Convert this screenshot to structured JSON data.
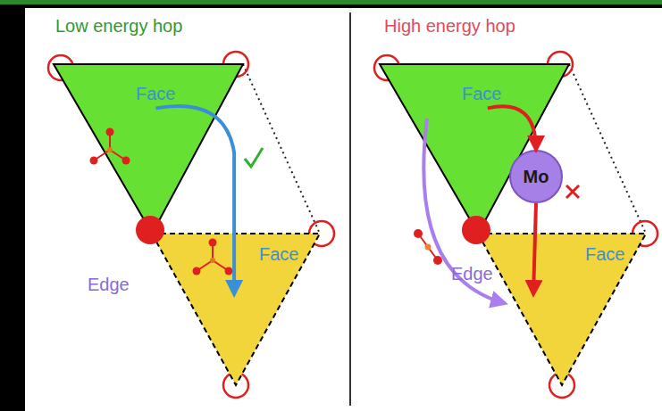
{
  "diagram": {
    "nodes": [
      {
        "text": [
          "Face"
        ]
      },
      {
        "text": [
          "Face"
        ]
      },
      {
        "text": [
          "Face"
        ]
      },
      {
        "text": [
          "Mo"
        ]
      },
      {
        "text": [
          "Face"
        ]
      }
    ],
    "edges": [
      {
        "from": 0,
        "to": 1,
        "arrow": "to"
      },
      {
        "from": 2,
        "to": 3,
        "arrow": "to"
      },
      {
        "from": 3,
        "to": 4,
        "arrow": "to"
      },
      {
        "from": 2,
        "to": 4,
        "arrow": "to"
      }
    ],
    "labels": [
      "Low energy hop",
      "High energy hop",
      "Edge",
      "Edge"
    ]
  }
}
